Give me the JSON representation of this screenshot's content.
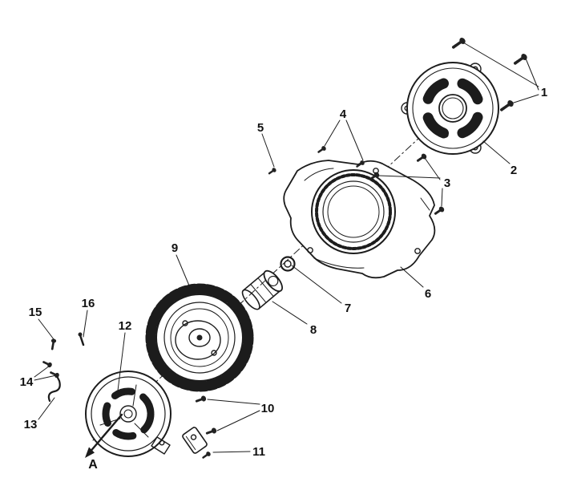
{
  "page": {
    "background": "#ffffff",
    "line_color": "#1c1c1c"
  },
  "callouts": {
    "c1": "1",
    "c2": "2",
    "c3": "3",
    "c4": "4",
    "c5": "5",
    "c6": "6",
    "c7": "7",
    "c8": "8",
    "c9": "9",
    "c10": "10",
    "c11": "11",
    "c12": "12",
    "c13": "13",
    "c14": "14",
    "c15": "15",
    "c16": "16",
    "direction_a": "A"
  }
}
